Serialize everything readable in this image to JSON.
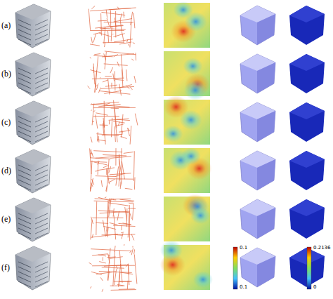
{
  "diagram": {
    "labels": [
      "(a)",
      "(b)",
      "(c)",
      "(d)",
      "(e)",
      "(f)",
      "0.1",
      "0.1",
      "0.2136",
      "0"
    ]
  }
}
